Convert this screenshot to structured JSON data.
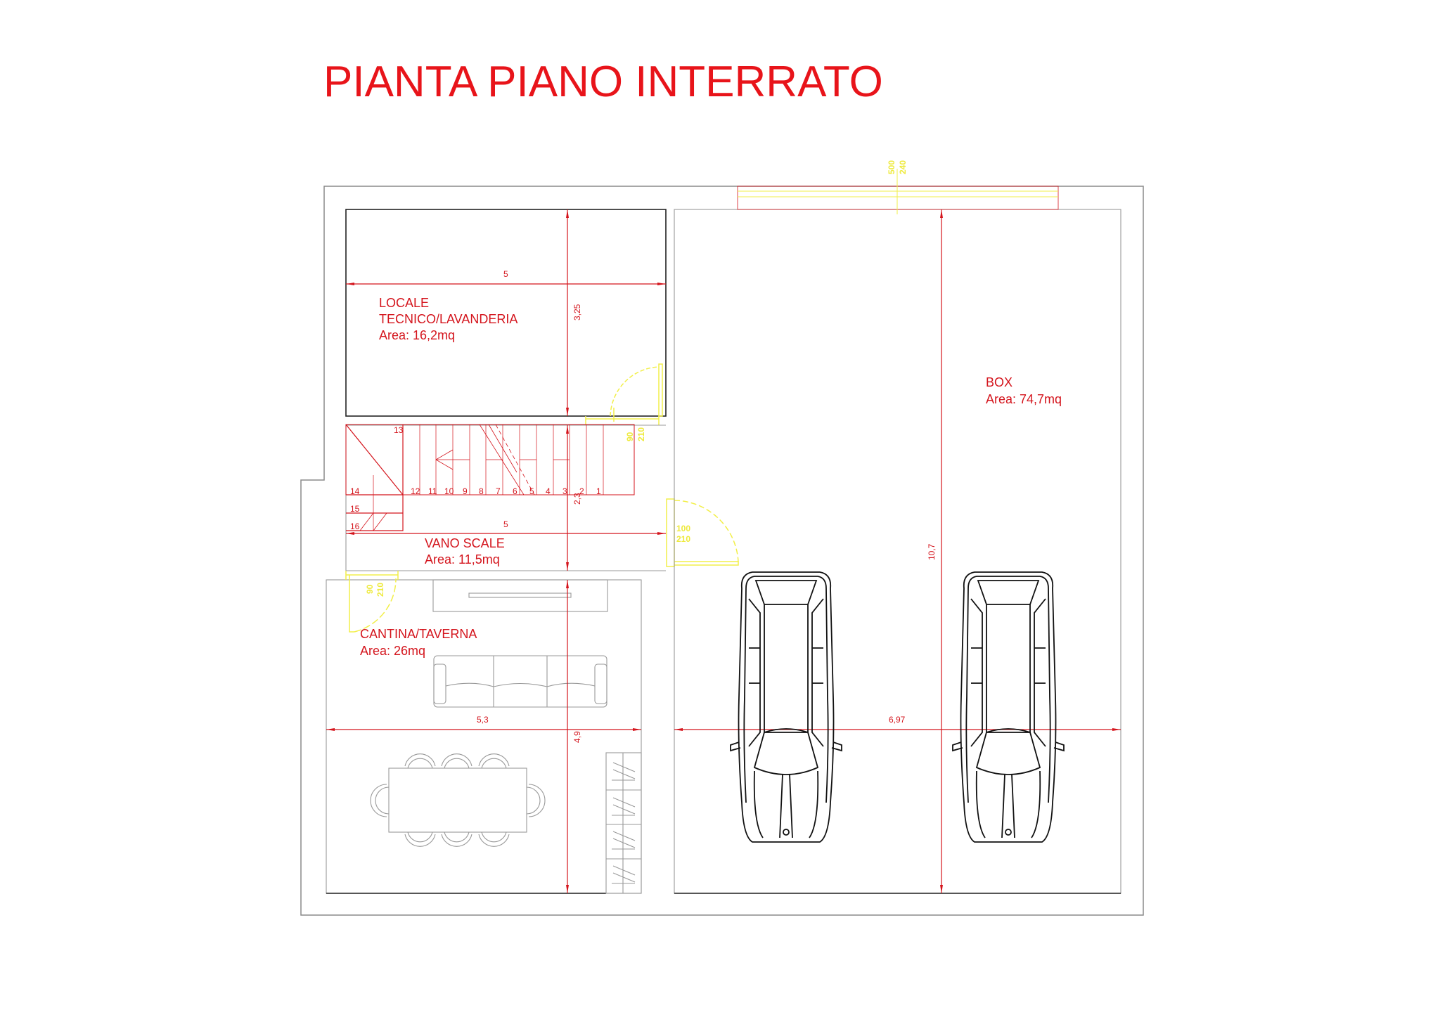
{
  "title": "PIANTA PIANO INTERRATO",
  "colors": {
    "annotation": "#d4141c",
    "door": "#f2ef4a",
    "wall": "#8a8a8a"
  },
  "rooms": {
    "locale": {
      "name_line1": "LOCALE",
      "name_line2": "TECNICO/LAVANDERIA",
      "area": "Area: 16,2mq",
      "width": "5",
      "depth": "3,25"
    },
    "vano_scale": {
      "name": "VANO SCALE",
      "area": "Area: 11,5mq",
      "width": "5",
      "depth": "2,3"
    },
    "cantina": {
      "name": "CANTINA/TAVERNA",
      "area": "Area: 26mq",
      "width": "5,3",
      "depth": "4,9"
    },
    "box": {
      "name": "BOX",
      "area": "Area: 74,7mq",
      "width": "6,97",
      "depth": "10,7"
    }
  },
  "doors": {
    "box_garage": {
      "width": "500",
      "height": "240"
    },
    "locale": {
      "width": "90",
      "height": "210"
    },
    "vano_to_box": {
      "width": "100",
      "height": "210"
    },
    "cantina": {
      "width": "90",
      "height": "210"
    }
  },
  "stairs": {
    "steps": [
      "1",
      "2",
      "3",
      "4",
      "5",
      "6",
      "7",
      "8",
      "9",
      "10",
      "11",
      "12",
      "13",
      "14",
      "15",
      "16"
    ]
  }
}
